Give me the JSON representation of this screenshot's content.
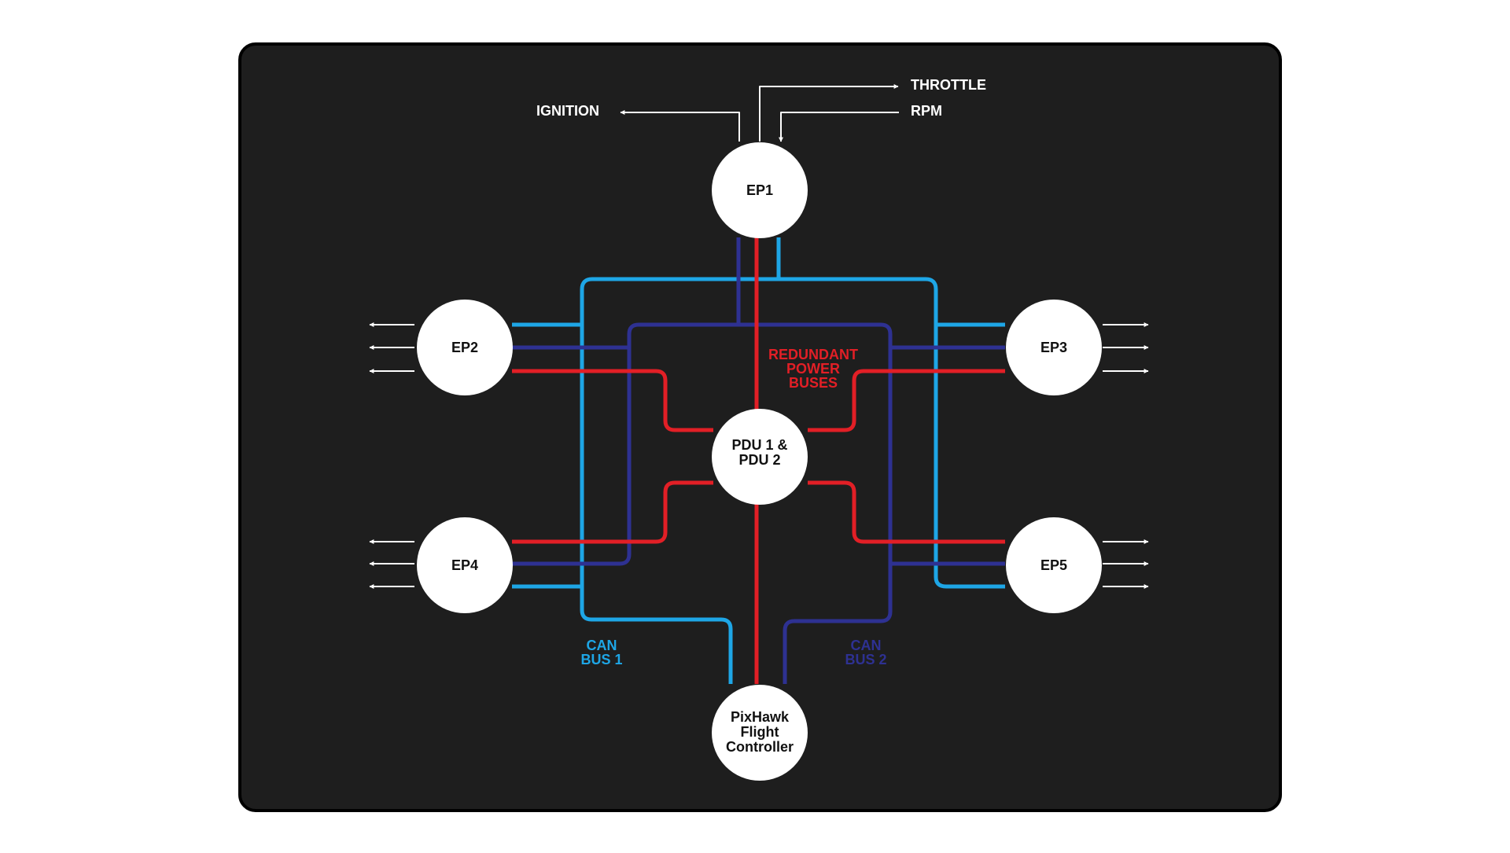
{
  "colors": {
    "panel": "#1e1e1e",
    "can_bus_1": "#1ea6e6",
    "can_bus_2": "#2e3192",
    "power": "#e21f26",
    "node": "#ffffff",
    "signal": "#ffffff"
  },
  "nodes": {
    "ep1": "EP1",
    "ep2": "EP2",
    "ep3": "EP3",
    "ep4": "EP4",
    "ep5": "EP5",
    "pdu": [
      "PDU 1 &",
      "PDU 2"
    ],
    "pixhawk": [
      "PixHawk",
      "Flight",
      "Controller"
    ]
  },
  "signals": {
    "ignition": "IGNITION",
    "throttle": "THROTTLE",
    "rpm": "RPM"
  },
  "bus_labels": {
    "power": [
      "REDUNDANT",
      "POWER",
      "BUSES"
    ],
    "can_bus_1": [
      "CAN",
      "BUS 1"
    ],
    "can_bus_2": [
      "CAN",
      "BUS 2"
    ]
  }
}
